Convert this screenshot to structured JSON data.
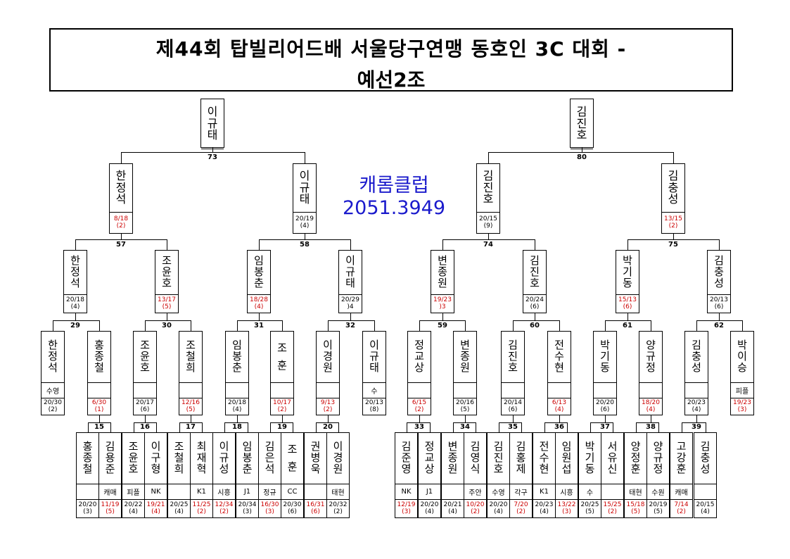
{
  "title": {
    "line1": "제44회 탑빌리어드배 서울당구연맹 동호인 3C 대회 -",
    "line2": "예선2조"
  },
  "club": {
    "name": "캐롬클럽",
    "phone": "2051.3949"
  },
  "winners": [
    {
      "name": "이규태",
      "match": "73"
    },
    {
      "name": "김진호",
      "match": "80"
    }
  ],
  "round8": [
    {
      "name": "한정석",
      "score": "8/18",
      "rank": "(2)",
      "red": true,
      "match": "57"
    },
    {
      "name": "이규태",
      "score": "20/19",
      "rank": "(4)",
      "red": false,
      "match": "57"
    },
    {
      "name": "김진호",
      "score": "20/15",
      "rank": "(9)",
      "red": false,
      "match": "74"
    },
    {
      "name": "김충성",
      "score": "13/15",
      "rank": "(2)",
      "red": true,
      "match": "75"
    }
  ],
  "round16": [
    {
      "name": "한정석",
      "score": "20/18",
      "rank": "(4)",
      "red": false
    },
    {
      "name": "조윤호",
      "score": "13/17",
      "rank": "(5)",
      "red": true
    },
    {
      "name": "임봉춘",
      "score": "18/28",
      "rank": "(4)",
      "red": true
    },
    {
      "name": "이규태",
      "score": "20/29",
      "rank": ")4",
      "red": false
    },
    {
      "name": "변종원",
      "score": "19/23",
      "rank": ")3",
      "red": true
    },
    {
      "name": "김진호",
      "score": "20/24",
      "rank": "(6)",
      "red": false
    },
    {
      "name": "박기동",
      "score": "15/13",
      "rank": "(6)",
      "red": true
    },
    {
      "name": "김충성",
      "score": "20/13",
      "rank": "(6)",
      "red": false
    }
  ],
  "round16_matches": [
    "29",
    "30",
    "31",
    "32",
    "59",
    "60",
    "61",
    "62"
  ],
  "round8_matches": [
    "57",
    "58",
    "74",
    "75"
  ],
  "round32": [
    {
      "name": "한정석",
      "club": "수영",
      "score": "20/30",
      "rank": "(2)",
      "red": false
    },
    {
      "name": "홍종철",
      "club": "",
      "score": "6/30",
      "rank": "(1)",
      "red": true
    },
    {
      "name": "조윤호",
      "club": "",
      "score": "20/17",
      "rank": "(6)",
      "red": false
    },
    {
      "name": "조철희",
      "club": "",
      "score": "12/16",
      "rank": "(5)",
      "red": true
    },
    {
      "name": "임봉춘",
      "club": "",
      "score": "20/18",
      "rank": "(4)",
      "red": false
    },
    {
      "name": "조 훈",
      "club": "",
      "score": "10/17",
      "rank": "(2)",
      "red": true
    },
    {
      "name": "이경원",
      "club": "",
      "score": "9/13",
      "rank": "(2)",
      "red": true
    },
    {
      "name": "이규태",
      "club": "수",
      "score": "20/13",
      "rank": "(8)",
      "red": false
    },
    {
      "name": "정교상",
      "club": "",
      "score": "6/15",
      "rank": "(2)",
      "red": true
    },
    {
      "name": "변종원",
      "club": "",
      "score": "20/16",
      "rank": "(5)",
      "red": false
    },
    {
      "name": "김진호",
      "club": "",
      "score": "20/14",
      "rank": "(6)",
      "red": false
    },
    {
      "name": "전수현",
      "club": "",
      "score": "6/13",
      "rank": "(4)",
      "red": true
    },
    {
      "name": "박기동",
      "club": "",
      "score": "20/20",
      "rank": "(6)",
      "red": false
    },
    {
      "name": "양규정",
      "club": "",
      "score": "18/20",
      "rank": "(4)",
      "red": true
    },
    {
      "name": "김충성",
      "club": "",
      "score": "20/23",
      "rank": "(4)",
      "red": false
    },
    {
      "name": "박이승",
      "club": "피플",
      "score": "19/23",
      "rank": "(3)",
      "red": true
    }
  ],
  "round32_matches": [
    "15",
    "16",
    "17",
    "18",
    "19",
    "20",
    "33",
    "34",
    "35",
    "36",
    "37",
    "38",
    "39"
  ],
  "round64": [
    {
      "name": "홍종철",
      "club": "",
      "score": "20/20",
      "rank": "(3)",
      "red": false
    },
    {
      "name": "김용준",
      "club": "캐매",
      "score": "11/19",
      "rank": "(5)",
      "red": true
    },
    {
      "name": "조윤호",
      "club": "피플",
      "score": "20/22",
      "rank": "(4)",
      "red": false
    },
    {
      "name": "이구형",
      "club": "NK",
      "score": "19/21",
      "rank": "(4)",
      "red": true
    },
    {
      "name": "조철희",
      "club": "",
      "score": "20/25",
      "rank": "(4)",
      "red": false
    },
    {
      "name": "최재혁",
      "club": "K1",
      "score": "11/25",
      "rank": "(2)",
      "red": true
    },
    {
      "name": "이규성",
      "club": "시흥",
      "score": "12/34",
      "rank": "(2)",
      "red": true
    },
    {
      "name": "임봉춘",
      "club": "J1",
      "score": "20/34",
      "rank": "(3)",
      "red": false
    },
    {
      "name": "김은석",
      "club": "정규",
      "score": "16/30",
      "rank": "(3)",
      "red": true
    },
    {
      "name": "조 훈",
      "club": "CC",
      "score": "20/30",
      "rank": "(6)",
      "red": false
    },
    {
      "name": "권병욱",
      "club": "",
      "score": "16/31",
      "rank": "(6)",
      "red": true
    },
    {
      "name": "이경원",
      "club": "태현",
      "score": "20/32",
      "rank": "(2)",
      "red": false
    },
    {
      "name": "김준영",
      "club": "NK",
      "score": "12/19",
      "rank": "(3)",
      "red": true
    },
    {
      "name": "정교상",
      "club": "J1",
      "score": "20/20",
      "rank": "(4)",
      "red": false
    },
    {
      "name": "변종원",
      "club": "",
      "score": "20/21",
      "rank": "(4)",
      "red": false
    },
    {
      "name": "김영식",
      "club": "주안",
      "score": "10/20",
      "rank": "(2)",
      "red": true
    },
    {
      "name": "김진호",
      "club": "수영",
      "score": "20/20",
      "rank": "(4)",
      "red": false
    },
    {
      "name": "김홍제",
      "club": "각구",
      "score": "7/20",
      "rank": "(2)",
      "red": true
    },
    {
      "name": "전수현",
      "club": "K1",
      "score": "20/23",
      "rank": "(4)",
      "red": false
    },
    {
      "name": "임원섭",
      "club": "시흥",
      "score": "13/22",
      "rank": "(3)",
      "red": true
    },
    {
      "name": "박기동",
      "club": "수",
      "score": "20/25",
      "rank": "(5)",
      "red": false
    },
    {
      "name": "서유신",
      "club": "",
      "score": "15/25",
      "rank": "(2)",
      "red": true
    },
    {
      "name": "양정훈",
      "club": "태현",
      "score": "15/18",
      "rank": "(5)",
      "red": true
    },
    {
      "name": "양규정",
      "club": "수원",
      "score": "20/19",
      "rank": "(5)",
      "red": false
    },
    {
      "name": "고강훈",
      "club": "캐매",
      "score": "7/14",
      "rank": "(2)",
      "red": true
    },
    {
      "name": "김충성",
      "club": "",
      "score": "20/15",
      "rank": "(4)",
      "red": false
    }
  ],
  "colors": {
    "ink": "#000000",
    "loss": "#cc0000",
    "club": "#1a1acc"
  }
}
